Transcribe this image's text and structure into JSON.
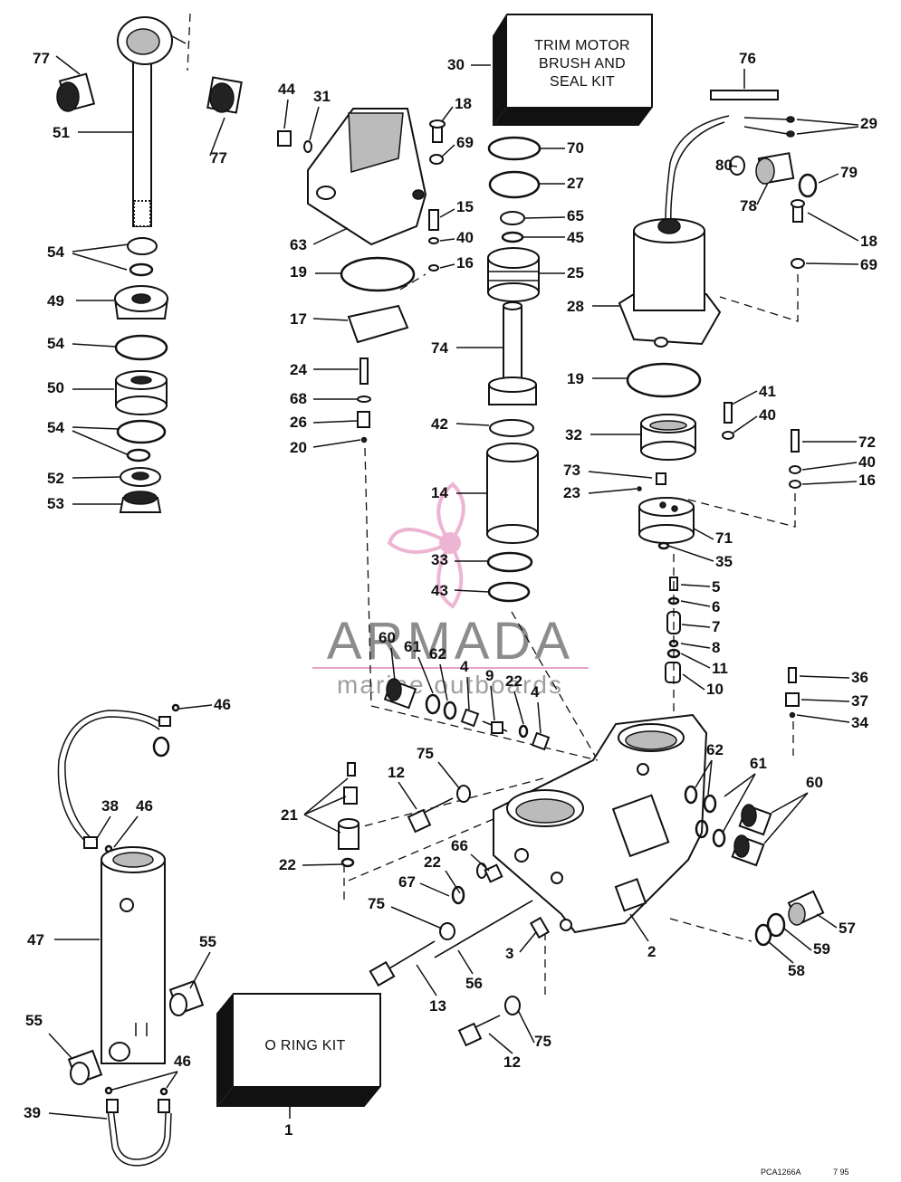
{
  "kits": {
    "trim_motor_kit": [
      "TRIM MOTOR",
      "BRUSH AND",
      "SEAL KIT"
    ],
    "o_ring_kit": "O RING KIT"
  },
  "watermark": {
    "brand": "ARMADA",
    "tagline": "marine outboards"
  },
  "footer": {
    "code": "PCA1266A",
    "date": "7 95"
  },
  "callouts": [
    "77",
    "51",
    "77",
    "54",
    "49",
    "54",
    "50",
    "54",
    "52",
    "53",
    "44",
    "31",
    "63",
    "19",
    "17",
    "24",
    "68",
    "26",
    "20",
    "18",
    "69",
    "15",
    "40",
    "16",
    "30",
    "70",
    "27",
    "65",
    "45",
    "25",
    "74",
    "42",
    "14",
    "33",
    "43",
    "76",
    "29",
    "80",
    "79",
    "78",
    "18",
    "69",
    "28",
    "19",
    "41",
    "40",
    "32",
    "72",
    "40",
    "16",
    "73",
    "23",
    "71",
    "35",
    "5",
    "6",
    "7",
    "8",
    "11",
    "10",
    "36",
    "37",
    "34",
    "60",
    "61",
    "62",
    "4",
    "9",
    "22",
    "4",
    "12",
    "75",
    "62",
    "61",
    "60",
    "21",
    "22",
    "66",
    "22",
    "67",
    "75",
    "3",
    "2",
    "56",
    "13",
    "57",
    "59",
    "58",
    "12",
    "75",
    "46",
    "38",
    "46",
    "47",
    "55",
    "55",
    "46",
    "39",
    "1"
  ]
}
